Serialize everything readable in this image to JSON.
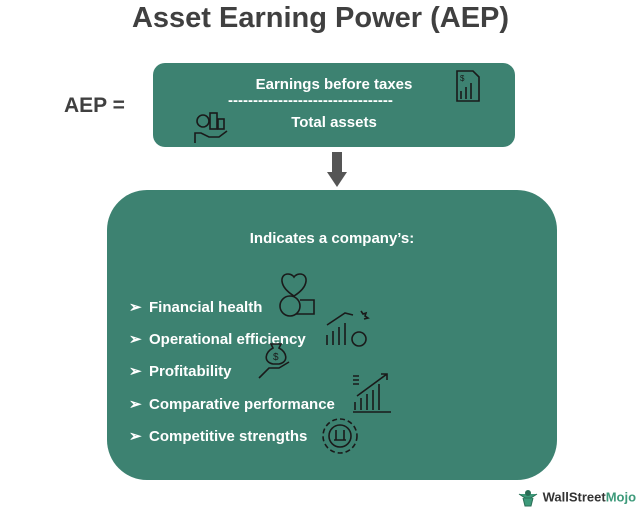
{
  "title": "Asset Earning Power (AEP)",
  "formula": {
    "lhs": "AEP =",
    "numerator": "Earnings before taxes",
    "divider": "---------------------------------",
    "denominator": "Total assets"
  },
  "summary": {
    "heading": "Indicates a company’s:",
    "bullet": "➢",
    "items": [
      "Financial health",
      "Operational efficiency",
      "Profitability",
      "Comparative performance",
      "Competitive strengths"
    ]
  },
  "brand": {
    "name_a": "WallStreet",
    "name_b": "Mojo"
  },
  "colors": {
    "box": "#3d8271",
    "text": "#404040"
  }
}
